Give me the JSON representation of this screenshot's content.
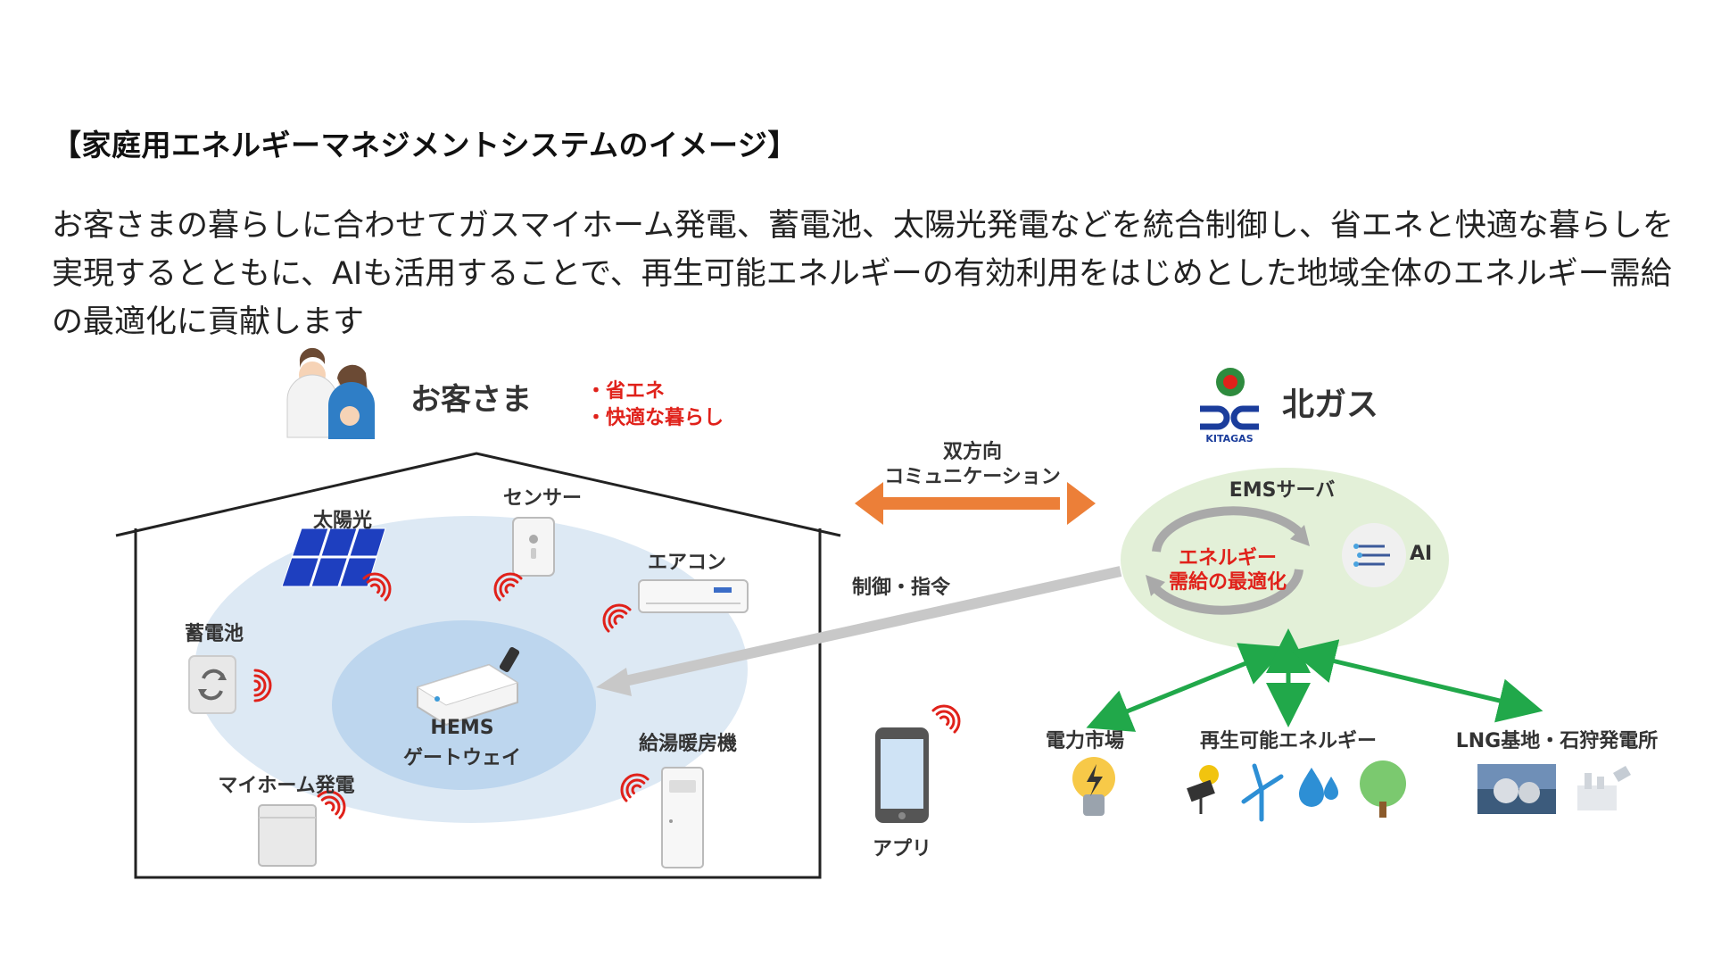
{
  "heading": "【家庭用エネルギーマネジメントシステムのイメージ】",
  "description": "お客さまの暮らしに合わせてガスマイホーム発電、蓄電池、太陽光発電などを統合制御し、省エネと快適な暮らしを実現するとともに、AIも活用することで、再生可能エネルギーの有効利用をはじめとした地域全体のエネルギー需給の最適化に貢献します",
  "customer": {
    "title": "お客さま",
    "benefits": [
      "・省エネ",
      "・快適な暮らし"
    ]
  },
  "home_devices": {
    "solar": "太陽光",
    "sensor": "センサー",
    "aircon": "エアコン",
    "battery": "蓄電池",
    "gateway_line1": "HEMS",
    "gateway_line2": "ゲートウェイ",
    "water_heater": "給湯暖房機",
    "myhome_power": "マイホーム発電"
  },
  "app": "アプリ",
  "communication": {
    "line1": "双方向",
    "line2": "コミュニケーション"
  },
  "control": "制御・指令",
  "kitagas": {
    "name": "北ガス",
    "logo_text": "KITAGAS"
  },
  "ems": {
    "title": "EMSサーバ",
    "optimize_line1": "エネルギー",
    "optimize_line2": "需給の最適化",
    "ai": "AI"
  },
  "targets": {
    "power_market": "電力市場",
    "renewable": "再生可能エネルギー",
    "lng": "LNG基地・石狩発電所"
  },
  "colors": {
    "accent_red": "#e0211a",
    "orange_arrow": "#ec7f38",
    "green_arrow": "#21a84a",
    "gray_arrow": "#c8c8c8",
    "home_circle": "#dce9f4",
    "gateway_circle": "#bcd6ee",
    "ems_circle": "#e3f0d8"
  }
}
